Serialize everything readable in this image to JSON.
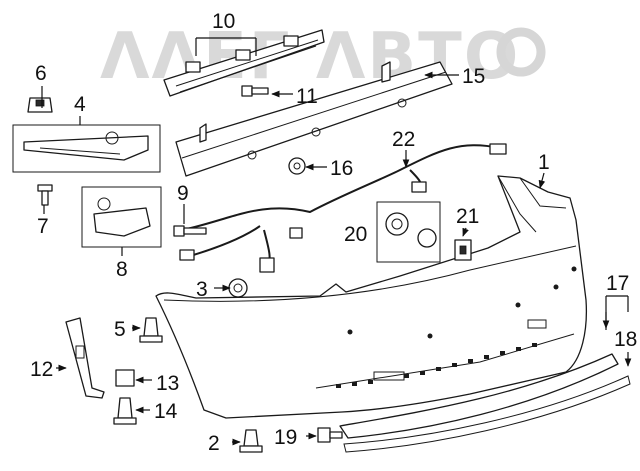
{
  "watermark": "ΛΛΕГ ΛВТО",
  "callouts": {
    "1": "1",
    "2": "2",
    "3": "3",
    "4": "4",
    "5": "5",
    "6": "6",
    "7": "7",
    "8": "8",
    "9": "9",
    "10": "10",
    "11": "11",
    "12": "12",
    "13": "13",
    "14": "14",
    "15": "15",
    "16": "16",
    "17": "17",
    "18": "18",
    "19": "19",
    "20": "20",
    "21": "21",
    "22": "22"
  },
  "colors": {
    "line": "#1a1a1a",
    "background": "#ffffff",
    "watermark": "#d9d9d9"
  }
}
